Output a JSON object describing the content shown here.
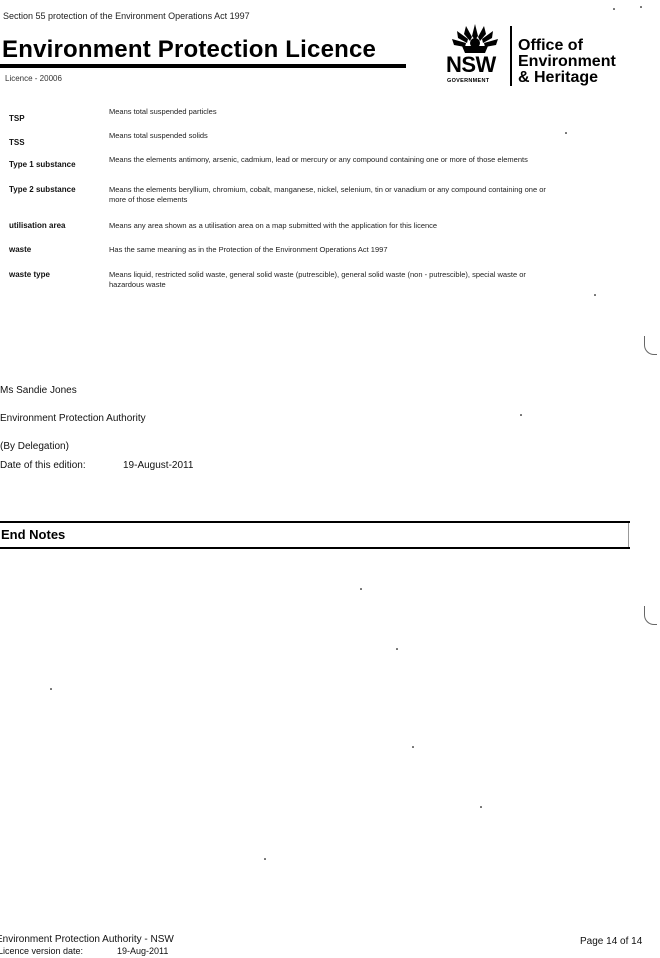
{
  "header": {
    "section_line": "Section 55 protection of the Environment Operations Act 1997",
    "title": "Environment Protection Licence",
    "licence_number": "Licence - 20006"
  },
  "logo": {
    "nsw": "NSW",
    "government": "GOVERNMENT",
    "office_line1": "Office of",
    "office_line2": "Environment",
    "office_line3": "& Heritage"
  },
  "definitions": [
    {
      "term": "TSP",
      "text": "Means total suspended particles"
    },
    {
      "term": "TSS",
      "text": "Means total suspended solids"
    },
    {
      "term": "Type 1 substance",
      "text": "Means the elements antimony, arsenic, cadmium, lead or mercury or any compound containing one or more of those elements"
    },
    {
      "term": "Type 2 substance",
      "text": "Means the elements beryllium, chromium, cobalt, manganese, nickel, selenium, tin or vanadium or any compound containing one or more of those elements"
    },
    {
      "term": "utilisation area",
      "text": "Means any area shown as a utilisation area on a map submitted with the application for this licence"
    },
    {
      "term": "waste",
      "text": "Has the same meaning as in the Protection of the Environment Operations Act 1997"
    },
    {
      "term": "waste type",
      "text": "Means liquid, restricted solid waste, general solid waste (putrescible), general solid waste (non - putrescible), special waste or hazardous waste"
    }
  ],
  "signature": {
    "name": "Ms Sandie Jones",
    "authority": "Environment Protection Authority",
    "delegation": "(By Delegation)",
    "date_label": "Date of this edition:",
    "date_value": "19-August-2011"
  },
  "end_notes": {
    "title": "End Notes"
  },
  "footer": {
    "organisation": "Environment Protection Authority - NSW",
    "version_label": "Licence version date:",
    "version_date": "19-Aug-2011",
    "page": "Page 14 of 14"
  }
}
